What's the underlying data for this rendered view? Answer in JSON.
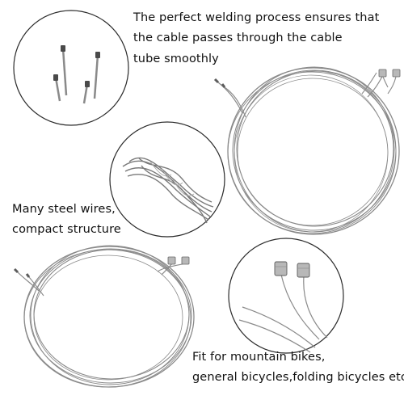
{
  "captions": {
    "welding": {
      "lines": [
        "The perfect welding process ensures that",
        "the cable passes through the cable",
        "tube smoothly"
      ]
    },
    "wires": {
      "lines": [
        "Many steel wires,",
        "compact structure"
      ]
    },
    "bikes": {
      "lines": [
        "Fit for mountain bikes,",
        "general bicycles,folding bicycles etc"
      ]
    }
  },
  "colors": {
    "background": "#ffffff",
    "text": "#111111",
    "circle_outline": "#2b2b2b",
    "cable": "#8a8a8a",
    "cable_dark": "#5c5c5c",
    "ferrule": "#b8b8b8"
  },
  "icons": [
    "welded-cable-ends-detail",
    "braided-steel-wires-detail",
    "cable-end-ferrules-detail",
    "coiled-brake-cable"
  ]
}
